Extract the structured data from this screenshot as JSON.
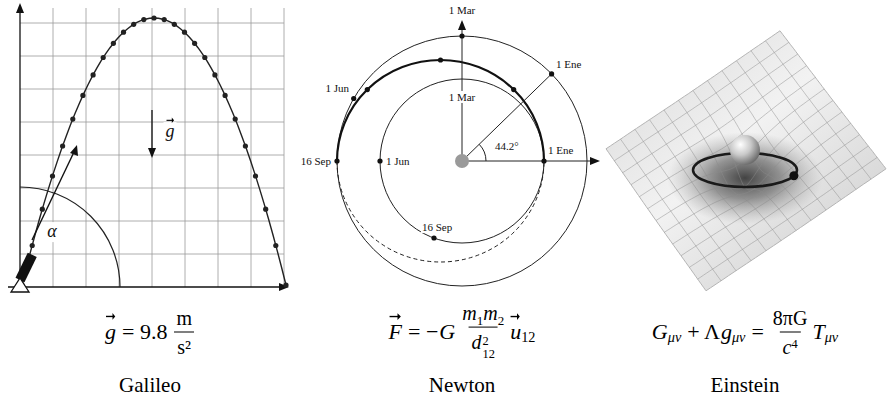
{
  "diagram": {
    "labels": [
      "α",
      "g",
      "1 Mar",
      "1 Ene",
      "1 Mar",
      "1 Jun",
      "16 Sep",
      "1 Jun",
      "44.2°",
      "1 Ene",
      "16 Sep",
      "g",
      "= 9.8",
      "m",
      "s²",
      "F",
      "= −",
      "G",
      "m",
      "1",
      "m",
      "2",
      "d",
      "2",
      "12",
      "u",
      "12",
      "G",
      "μν",
      "+ Λ",
      "g",
      "μν",
      "=",
      "8πG",
      "c",
      "4",
      "T",
      "μν",
      "Galileo",
      "Newton",
      "Einstein"
    ]
  }
}
